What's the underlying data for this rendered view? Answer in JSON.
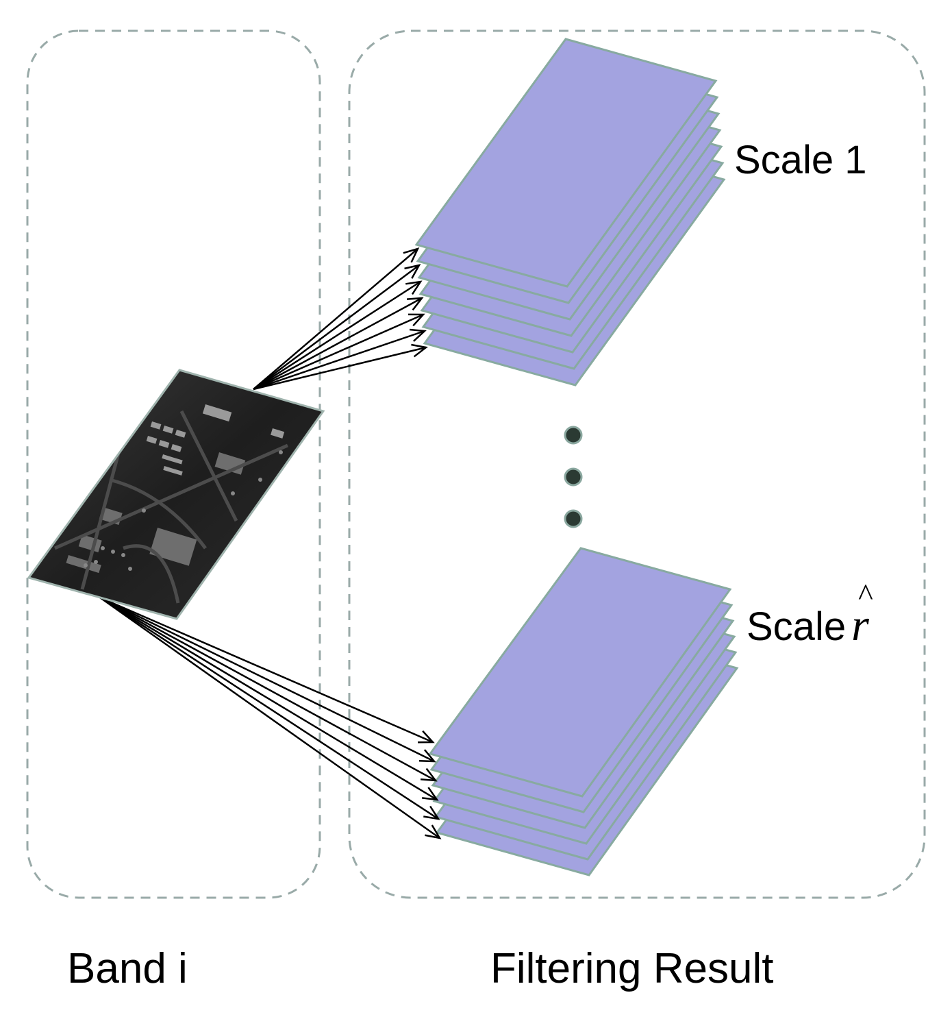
{
  "labels": {
    "band": "Band i",
    "filtering_result": "Filtering Result",
    "scale_first": "Scale 1",
    "scale_last_prefix": "Scale",
    "scale_last_symbol": "r",
    "scale_last_hat": "^"
  },
  "stacks": {
    "top_layers": 7,
    "bottom_layers": 6,
    "fill_color": "#a3a3e0",
    "edge_color": "#88aaa0"
  },
  "ellipsis_dots": 3,
  "colors": {
    "dashed_border": "#99aaa8",
    "arrow": "#000000",
    "dot": "#2b3a33"
  }
}
